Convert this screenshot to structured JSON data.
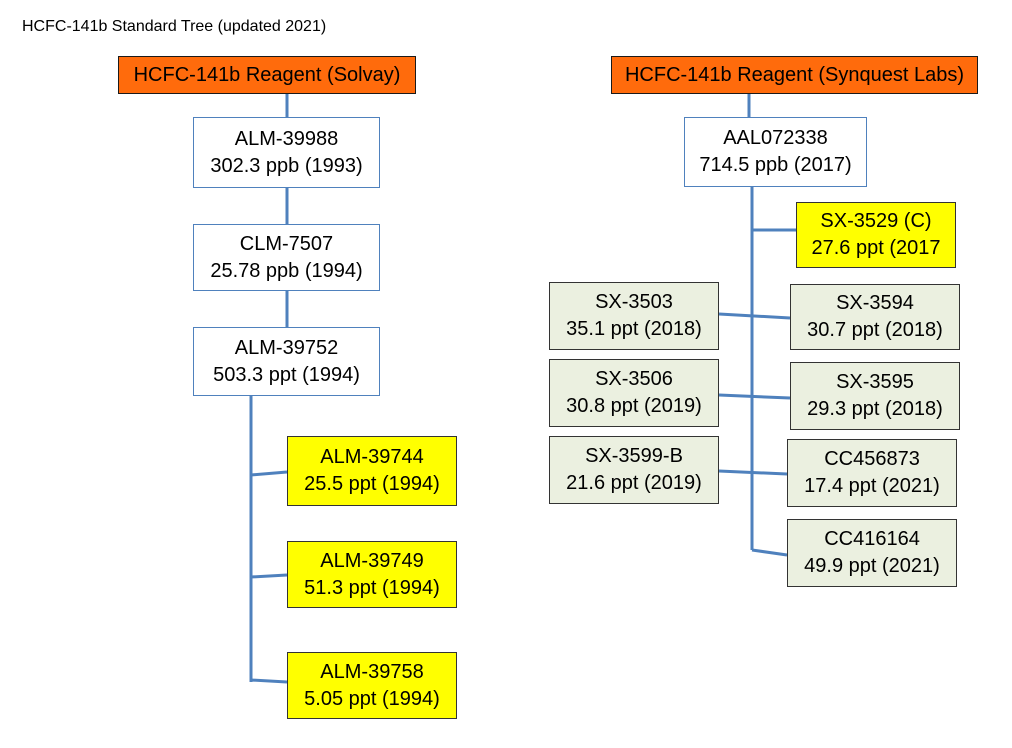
{
  "title": "HCFC-141b Standard Tree (updated 2021)",
  "colors": {
    "connector": "#4f81bd",
    "reagent": "#FF6B0C",
    "highlight": "#FFFF00",
    "secondary": "#EBF0E0"
  },
  "solvay": {
    "root": "HCFC-141b Reagent (Solvay)",
    "nodes": [
      {
        "id": "ALM-39988",
        "value": "302.3 ppb (1993)"
      },
      {
        "id": "CLM-7507",
        "value": "25.78 ppb (1994)"
      },
      {
        "id": "ALM-39752",
        "value": "503.3 ppt (1994)"
      },
      {
        "id": "ALM-39744",
        "value": "25.5 ppt (1994)"
      },
      {
        "id": "ALM-39749",
        "value": "51.3 ppt (1994)"
      },
      {
        "id": "ALM-39758",
        "value": "5.05 ppt (1994)"
      }
    ]
  },
  "synquest": {
    "root": "HCFC-141b Reagent (Synquest Labs)",
    "nodes": [
      {
        "id": "AAL072338",
        "value": "714.5 ppb (2017)"
      },
      {
        "id": "SX-3529 (C)",
        "value": "27.6 ppt (2017"
      },
      {
        "id": "SX-3503",
        "value": "35.1 ppt (2018)"
      },
      {
        "id": "SX-3594",
        "value": "30.7 ppt (2018)"
      },
      {
        "id": "SX-3506",
        "value": "30.8 ppt (2019)"
      },
      {
        "id": "SX-3595",
        "value": "29.3 ppt (2018)"
      },
      {
        "id": "SX-3599-B",
        "value": "21.6 ppt (2019)"
      },
      {
        "id": "CC456873",
        "value": "17.4 ppt (2021)"
      },
      {
        "id": "CC416164",
        "value": "49.9 ppt (2021)"
      }
    ]
  }
}
